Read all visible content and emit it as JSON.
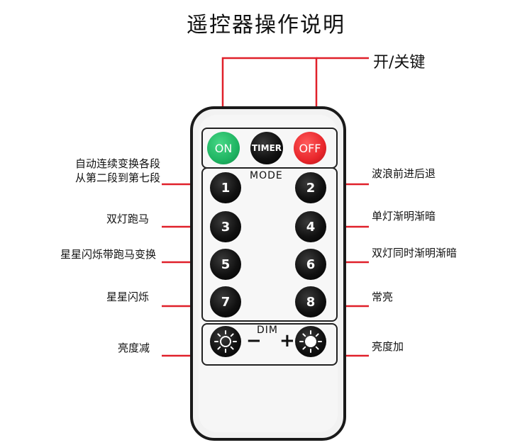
{
  "title": "遥控器操作说明",
  "power_label": "开/关键",
  "buttons": {
    "on": "ON",
    "timer": "TIMER",
    "off": "OFF",
    "b1": "1",
    "b2": "2",
    "b3": "3",
    "b4": "4",
    "b5": "5",
    "b6": "6",
    "b7": "7",
    "b8": "8"
  },
  "group_labels": {
    "mode": "MODE",
    "dim": "DIM"
  },
  "dim_signs": {
    "minus": "−",
    "plus": "+"
  },
  "left_labels": {
    "b1_line1": "自动连续变换各段",
    "b1_line2": "从第二段到第七段",
    "b3": "双灯跑马",
    "b5": "星星闪烁带跑马变换",
    "b7": "星星闪烁",
    "dim_minus": "亮度减"
  },
  "right_labels": {
    "b2": "波浪前进后退",
    "b4": "单灯渐明渐暗",
    "b6": "双灯同时渐明渐暗",
    "b8": "常亮",
    "dim_plus": "亮度加"
  },
  "colors": {
    "leader_line": "#e0202a",
    "on_button": "#1fb462",
    "off_button": "#e8262b",
    "button_black": "#111111"
  },
  "icons": {
    "dim_minus": "sun-outline-icon",
    "dim_plus": "sun-filled-icon"
  }
}
